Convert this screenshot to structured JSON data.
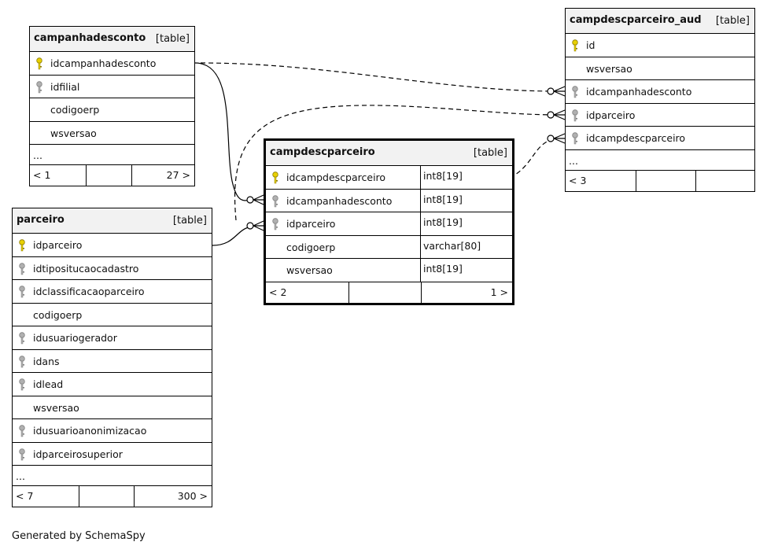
{
  "tables": {
    "campanhadesconto": {
      "name": "campanhadesconto",
      "type": "[table]",
      "columns": [
        "idcampanhadesconto",
        "idfilial",
        "codigoerp",
        "wsversao"
      ],
      "more": "...",
      "footer": {
        "left": "< 1",
        "right": "27 >"
      }
    },
    "parceiro": {
      "name": "parceiro",
      "type": "[table]",
      "columns": [
        "idparceiro",
        "idtipositucaocadastro",
        "idclassificacaoparceiro",
        "codigoerp",
        "idusuariogerador",
        "idans",
        "idlead",
        "wsversao",
        "idusuarioanonimizacao",
        "idparceirosuperior"
      ],
      "more": "...",
      "footer": {
        "left": "< 7",
        "right": "300 >"
      }
    },
    "campdescparceiro": {
      "name": "campdescparceiro",
      "type": "[table]",
      "columns": [
        "idcampdescparceiro",
        "idcampanhadesconto",
        "idparceiro",
        "codigoerp",
        "wsversao"
      ],
      "types": [
        "int8[19]",
        "int8[19]",
        "int8[19]",
        "varchar[80]",
        "int8[19]"
      ],
      "footer": {
        "left": "< 2",
        "right": "1 >"
      }
    },
    "campdescparceiro_aud": {
      "name": "campdescparceiro_aud",
      "type": "[table]",
      "columns": [
        "id",
        "wsversao",
        "idcampanhadesconto",
        "idparceiro",
        "idcampdescparceiro"
      ],
      "more": "...",
      "footer": {
        "left": "< 3",
        "right": ""
      }
    }
  },
  "key_icons": {
    "primary": "gold-key-icon",
    "foreign": "grey-key-icon"
  },
  "colors": {
    "primary_key": "#e8d000",
    "foreign_key": "#b0b0b0",
    "header_bg": "#f2f2f2"
  },
  "generated_by": "Generated by SchemaSpy"
}
